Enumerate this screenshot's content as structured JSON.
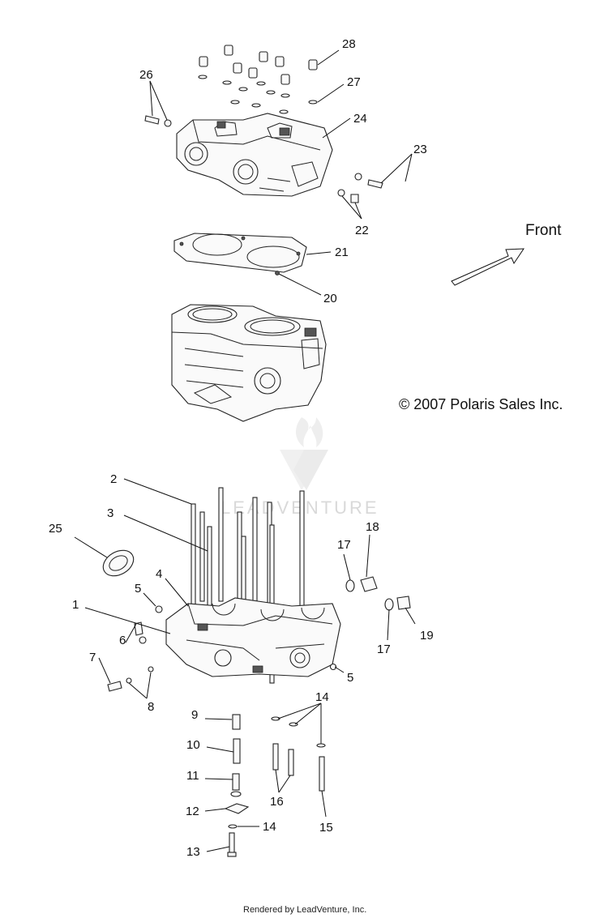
{
  "diagram": {
    "front_label": "Front",
    "copyright": "© 2007 Polaris Sales Inc.",
    "watermark": "LEADVENTURE",
    "footer": "Rendered by LeadVenture, Inc.",
    "callouts": [
      {
        "id": "28",
        "text": "28"
      },
      {
        "id": "26",
        "text": "26"
      },
      {
        "id": "27",
        "text": "27"
      },
      {
        "id": "24",
        "text": "24"
      },
      {
        "id": "23",
        "text": "23"
      },
      {
        "id": "22",
        "text": "22"
      },
      {
        "id": "21",
        "text": "21"
      },
      {
        "id": "20",
        "text": "20"
      },
      {
        "id": "2",
        "text": "2"
      },
      {
        "id": "3",
        "text": "3"
      },
      {
        "id": "25",
        "text": "25"
      },
      {
        "id": "18",
        "text": "18"
      },
      {
        "id": "17a",
        "text": "17"
      },
      {
        "id": "4",
        "text": "4"
      },
      {
        "id": "5a",
        "text": "5"
      },
      {
        "id": "1",
        "text": "1"
      },
      {
        "id": "19",
        "text": "19"
      },
      {
        "id": "17b",
        "text": "17"
      },
      {
        "id": "6",
        "text": "6"
      },
      {
        "id": "7",
        "text": "7"
      },
      {
        "id": "5b",
        "text": "5"
      },
      {
        "id": "8",
        "text": "8"
      },
      {
        "id": "14a",
        "text": "14"
      },
      {
        "id": "9",
        "text": "9"
      },
      {
        "id": "10",
        "text": "10"
      },
      {
        "id": "11",
        "text": "11"
      },
      {
        "id": "16",
        "text": "16"
      },
      {
        "id": "15",
        "text": "15"
      },
      {
        "id": "12",
        "text": "12"
      },
      {
        "id": "14b",
        "text": "14"
      },
      {
        "id": "13",
        "text": "13"
      }
    ]
  }
}
